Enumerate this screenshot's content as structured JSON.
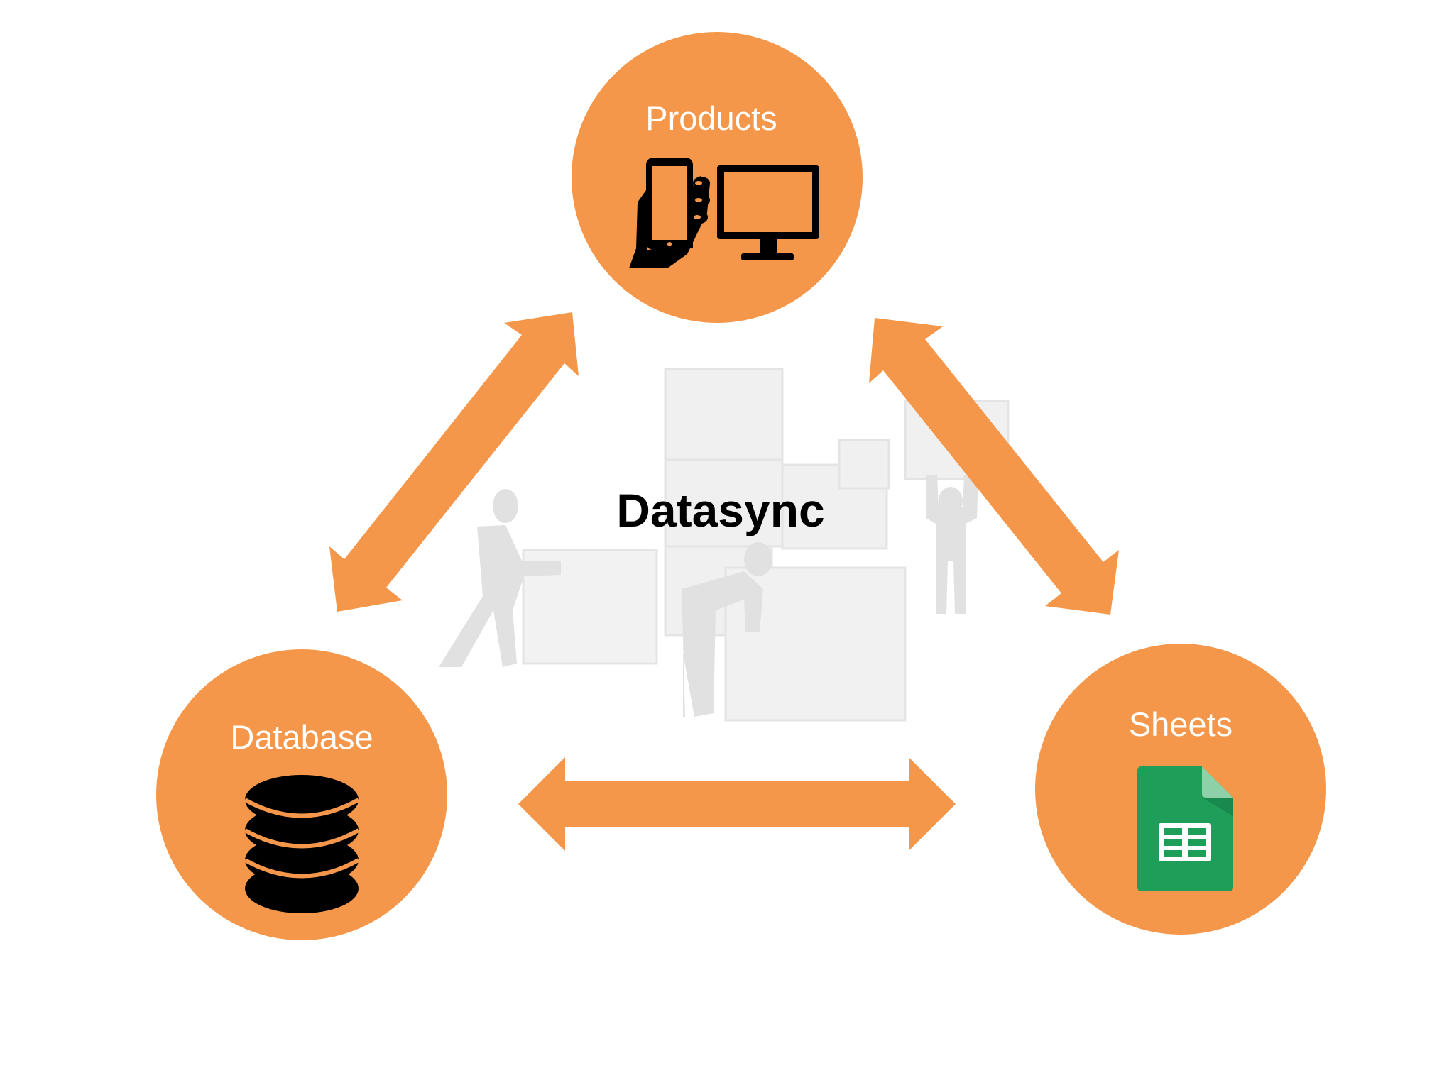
{
  "diagram": {
    "center_title": "Datasync",
    "nodes": [
      {
        "id": "products",
        "label": "Products",
        "icon": "devices-icon"
      },
      {
        "id": "database",
        "label": "Database",
        "icon": "database-icon"
      },
      {
        "id": "sheets",
        "label": "Sheets",
        "icon": "spreadsheet-icon"
      }
    ],
    "links": [
      {
        "from": "products",
        "to": "database",
        "direction": "bidirectional"
      },
      {
        "from": "products",
        "to": "sheets",
        "direction": "bidirectional"
      },
      {
        "from": "database",
        "to": "sheets",
        "direction": "bidirectional"
      }
    ],
    "colors": {
      "accent": "#F5974A",
      "icon": "#000000",
      "sheets_green": "#1E9E58",
      "background_figures": "#E4E4E4"
    }
  }
}
